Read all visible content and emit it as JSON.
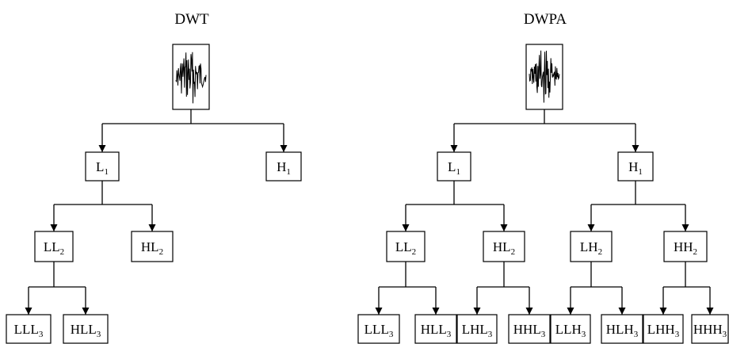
{
  "diagrams": [
    {
      "title": "DWT",
      "nodes": [
        {
          "id": "L1",
          "base": "L",
          "sub": "1"
        },
        {
          "id": "H1",
          "base": "H",
          "sub": "1"
        },
        {
          "id": "LL2",
          "base": "LL",
          "sub": "2"
        },
        {
          "id": "HL2",
          "base": "HL",
          "sub": "2"
        },
        {
          "id": "LLL3",
          "base": "LLL",
          "sub": "3"
        },
        {
          "id": "HLL3",
          "base": "HLL",
          "sub": "3"
        }
      ]
    },
    {
      "title": "DWPA",
      "nodes": [
        {
          "id": "L1",
          "base": "L",
          "sub": "1"
        },
        {
          "id": "H1",
          "base": "H",
          "sub": "1"
        },
        {
          "id": "LL2",
          "base": "LL",
          "sub": "2"
        },
        {
          "id": "HL2",
          "base": "HL",
          "sub": "2"
        },
        {
          "id": "LH2",
          "base": "LH",
          "sub": "2"
        },
        {
          "id": "HH2",
          "base": "HH",
          "sub": "2"
        },
        {
          "id": "LLL3",
          "base": "LLL",
          "sub": "3"
        },
        {
          "id": "HLL3",
          "base": "HLL",
          "sub": "3"
        },
        {
          "id": "LHL3",
          "base": "LHL",
          "sub": "3"
        },
        {
          "id": "HHL3",
          "base": "HHL",
          "sub": "3"
        },
        {
          "id": "LLH3",
          "base": "LLH",
          "sub": "3"
        },
        {
          "id": "HLH3",
          "base": "HLH",
          "sub": "3"
        },
        {
          "id": "LHH3",
          "base": "LHH",
          "sub": "3"
        },
        {
          "id": "HHH3",
          "base": "HHH",
          "sub": "3"
        }
      ]
    }
  ]
}
